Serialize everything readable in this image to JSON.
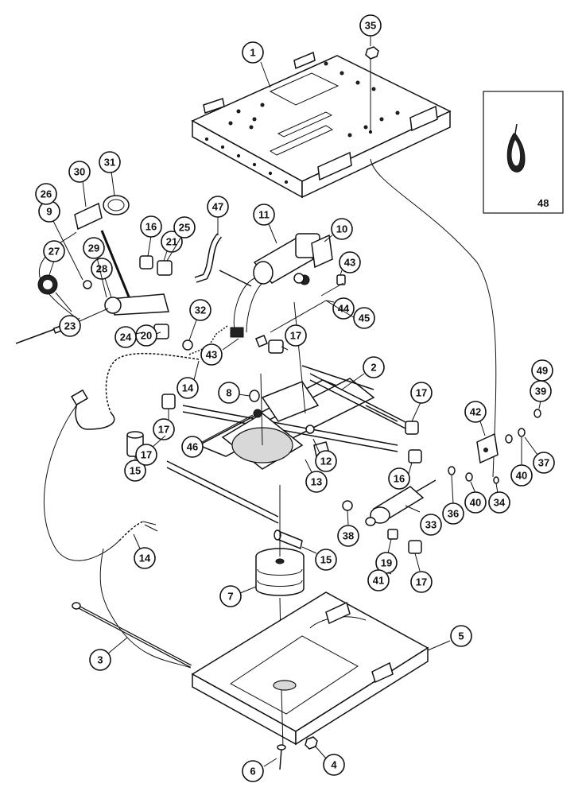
{
  "callouts": [
    "1",
    "2",
    "3",
    "4",
    "5",
    "6",
    "7",
    "8",
    "9",
    "10",
    "11",
    "12",
    "13",
    "14",
    "14",
    "15",
    "15",
    "16",
    "16",
    "17",
    "17",
    "17",
    "17",
    "17",
    "19",
    "20",
    "21",
    "23",
    "24",
    "25",
    "26",
    "27",
    "28",
    "29",
    "30",
    "31",
    "32",
    "33",
    "34",
    "35",
    "36",
    "37",
    "38",
    "39",
    "40",
    "40",
    "41",
    "42",
    "43",
    "43",
    "44",
    "45",
    "46",
    "47",
    "48",
    "49"
  ],
  "inset": {
    "label": "48"
  }
}
